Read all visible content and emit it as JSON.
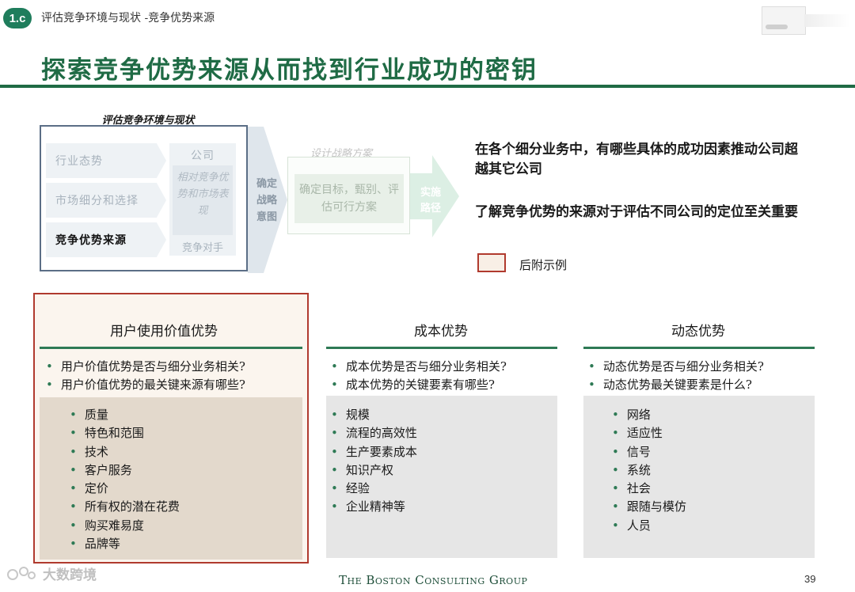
{
  "header": {
    "section_badge": "1.c",
    "breadcrumb": "评估竞争环境与现状 -竞争优势来源",
    "title": "探索竞争优势来源从而找到行业成功的密钥"
  },
  "flow": {
    "group_label": "评估竞争环境与现状",
    "steps": [
      "行业态势",
      "市场细分和选择",
      "竞争优势来源"
    ],
    "active_step": "竞争优势来源",
    "company_label": "公司",
    "company_inner": "相对竞争优势和市场表现",
    "competitor_label": "竞争对手",
    "intent_label": "确定战略意图",
    "design_label": "设计战略方案",
    "design_inner": "确定目标，甄别、评估可行方案",
    "implement_label": "实施路径"
  },
  "side_text": {
    "question1": "在各个细分业务中，有哪些具体的成功因素推动公司超越其它公司",
    "question2": "了解竞争优势的来源对于评估不同公司的定位至关重要",
    "legend": "后附示例"
  },
  "columns": [
    {
      "title": "用户使用价值优势",
      "questions": [
        "用户价值优势是否与细分业务相关?",
        "用户价值优势的最关键来源有哪些?"
      ],
      "items": [
        "质量",
        "特色和范围",
        "技术",
        "客户服务",
        "定价",
        "所有权的潜在花费",
        "购买难易度",
        "品牌等"
      ]
    },
    {
      "title": "成本优势",
      "questions": [
        "成本优势是否与细分业务相关?",
        "成本优势的关键要素有哪些?"
      ],
      "items": [
        "规模",
        "流程的高效性",
        "生产要素成本",
        "知识产权",
        "经验",
        "企业精神等"
      ]
    },
    {
      "title": "动态优势",
      "questions": [
        "动态优势是否与细分业务相关?",
        "动态优势最关键要素是什么?"
      ],
      "items": [
        "网络",
        "适应性",
        "信号",
        "系统",
        "社会",
        "跟随与模仿",
        "人员"
      ]
    }
  ],
  "footer": {
    "watermark": "大数跨境",
    "brand": "The Boston Consulting Group",
    "page_number": "39"
  },
  "colors": {
    "brand_green": "#1f6b45",
    "highlight_border": "#b03a2e"
  }
}
